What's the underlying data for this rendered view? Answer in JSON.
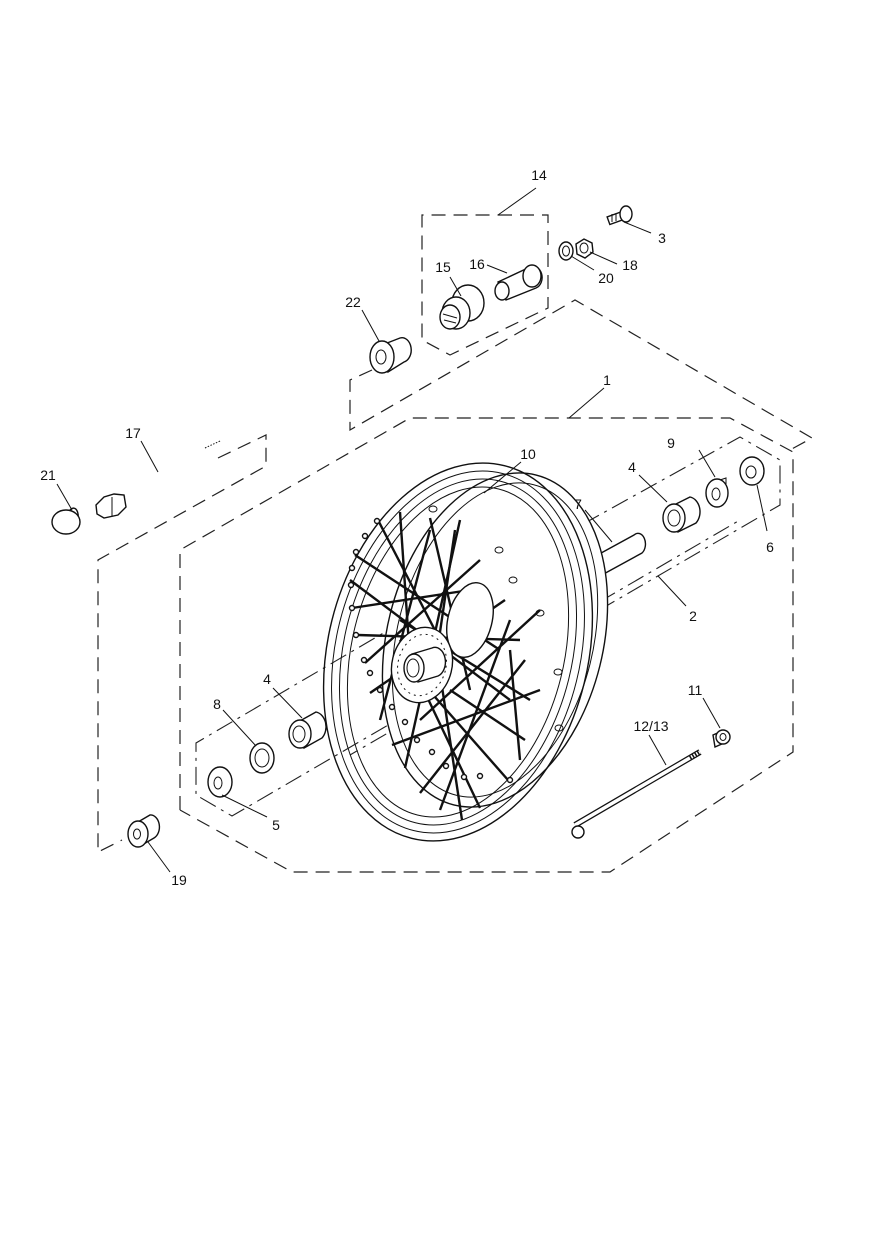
{
  "diagram": {
    "subject": "Exploded parts diagram of spoked wheel assembly",
    "background": "#ffffff",
    "line_color": "#111111"
  },
  "callouts": {
    "c1": "1",
    "c2": "2",
    "c3": "3",
    "c4a": "4",
    "c4b": "4",
    "c5": "5",
    "c6": "6",
    "c7": "7",
    "c8": "8",
    "c9": "9",
    "c10": "10",
    "c11": "11",
    "c12_13": "12/13",
    "c14": "14",
    "c15": "15",
    "c16": "16",
    "c17": "17",
    "c18": "18",
    "c19": "19",
    "c20": "20",
    "c21": "21",
    "c22": "22"
  },
  "parts": [
    {
      "ref": "1",
      "name": "wheel-assembly-group"
    },
    {
      "ref": "2",
      "name": "axle-centerline-group"
    },
    {
      "ref": "3",
      "name": "screw"
    },
    {
      "ref": "4",
      "name": "bearing"
    },
    {
      "ref": "5",
      "name": "spacer-washer-left"
    },
    {
      "ref": "6",
      "name": "spacer-washer-right"
    },
    {
      "ref": "7",
      "name": "spacer-tube"
    },
    {
      "ref": "8",
      "name": "circlip"
    },
    {
      "ref": "9",
      "name": "seal"
    },
    {
      "ref": "10",
      "name": "spoked-rim"
    },
    {
      "ref": "11",
      "name": "spoke-nipple"
    },
    {
      "ref": "12/13",
      "name": "spoke"
    },
    {
      "ref": "14",
      "name": "speedo-drive-group"
    },
    {
      "ref": "15",
      "name": "drive-housing"
    },
    {
      "ref": "16",
      "name": "bush"
    },
    {
      "ref": "17",
      "name": "wheel-spindle"
    },
    {
      "ref": "18",
      "name": "nut"
    },
    {
      "ref": "19",
      "name": "spacer-left"
    },
    {
      "ref": "20",
      "name": "washer"
    },
    {
      "ref": "21",
      "name": "cap"
    },
    {
      "ref": "22",
      "name": "spacer-right"
    }
  ]
}
